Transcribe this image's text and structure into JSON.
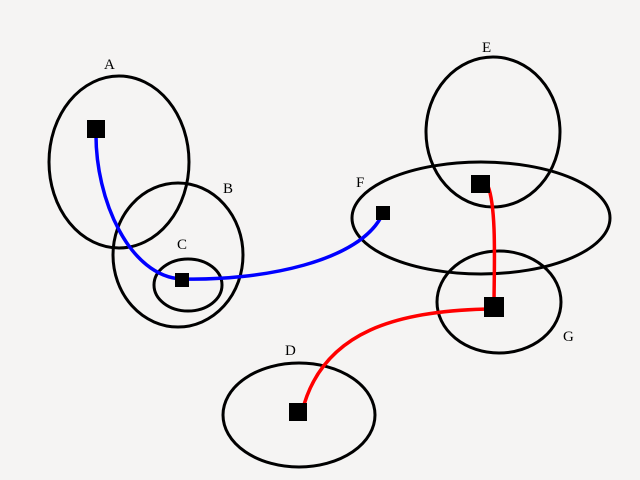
{
  "colors": {
    "background": "#f5f4f3",
    "outline": "#000000",
    "path_blue": "#0000ff",
    "path_red": "#ff0000"
  },
  "regions": [
    {
      "id": "A",
      "label": "A"
    },
    {
      "id": "B",
      "label": "B"
    },
    {
      "id": "C",
      "label": "C"
    },
    {
      "id": "D",
      "label": "D"
    },
    {
      "id": "E",
      "label": "E"
    },
    {
      "id": "F",
      "label": "F"
    },
    {
      "id": "G",
      "label": "G"
    }
  ],
  "connections": [
    {
      "from": "A",
      "to": "C",
      "color": "blue"
    },
    {
      "from": "C",
      "to": "F",
      "color": "blue"
    },
    {
      "from": "E",
      "to": "G",
      "color": "red"
    },
    {
      "from": "G",
      "to": "D",
      "color": "red"
    }
  ]
}
